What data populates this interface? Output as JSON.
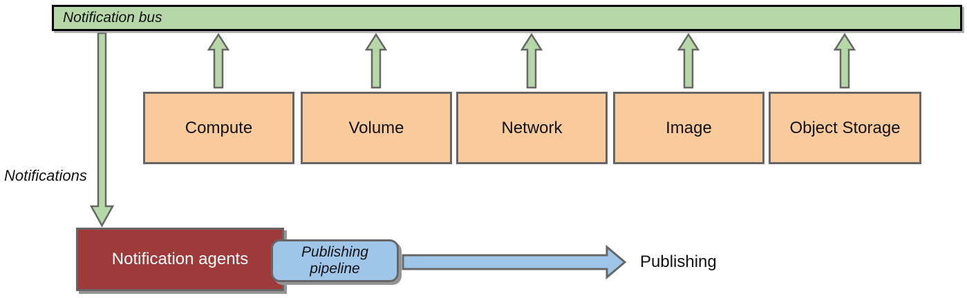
{
  "diagram": {
    "bus": {
      "label": "Notification bus"
    },
    "services": [
      {
        "label": "Compute"
      },
      {
        "label": "Volume"
      },
      {
        "label": "Network"
      },
      {
        "label": "Image"
      },
      {
        "label": "Object Storage"
      }
    ],
    "notifications_label": "Notifications",
    "agents": {
      "label": "Notification agents"
    },
    "pipeline": {
      "label": "Publishing pipeline"
    },
    "publishing_label": "Publishing",
    "colors": {
      "bus_fill": "#b6d7a8",
      "service_fill": "#f9cb9c",
      "agents_fill": "#9e3a3a",
      "pipeline_fill": "#9fc5e8",
      "arrow_green": "#b6d7a8",
      "arrow_blue": "#9fc5e8",
      "border_gray": "#666666",
      "bus_border": "#000000",
      "shadow_gray": "#999999",
      "text_dark": "#111111",
      "text_light": "#ffffff"
    }
  }
}
